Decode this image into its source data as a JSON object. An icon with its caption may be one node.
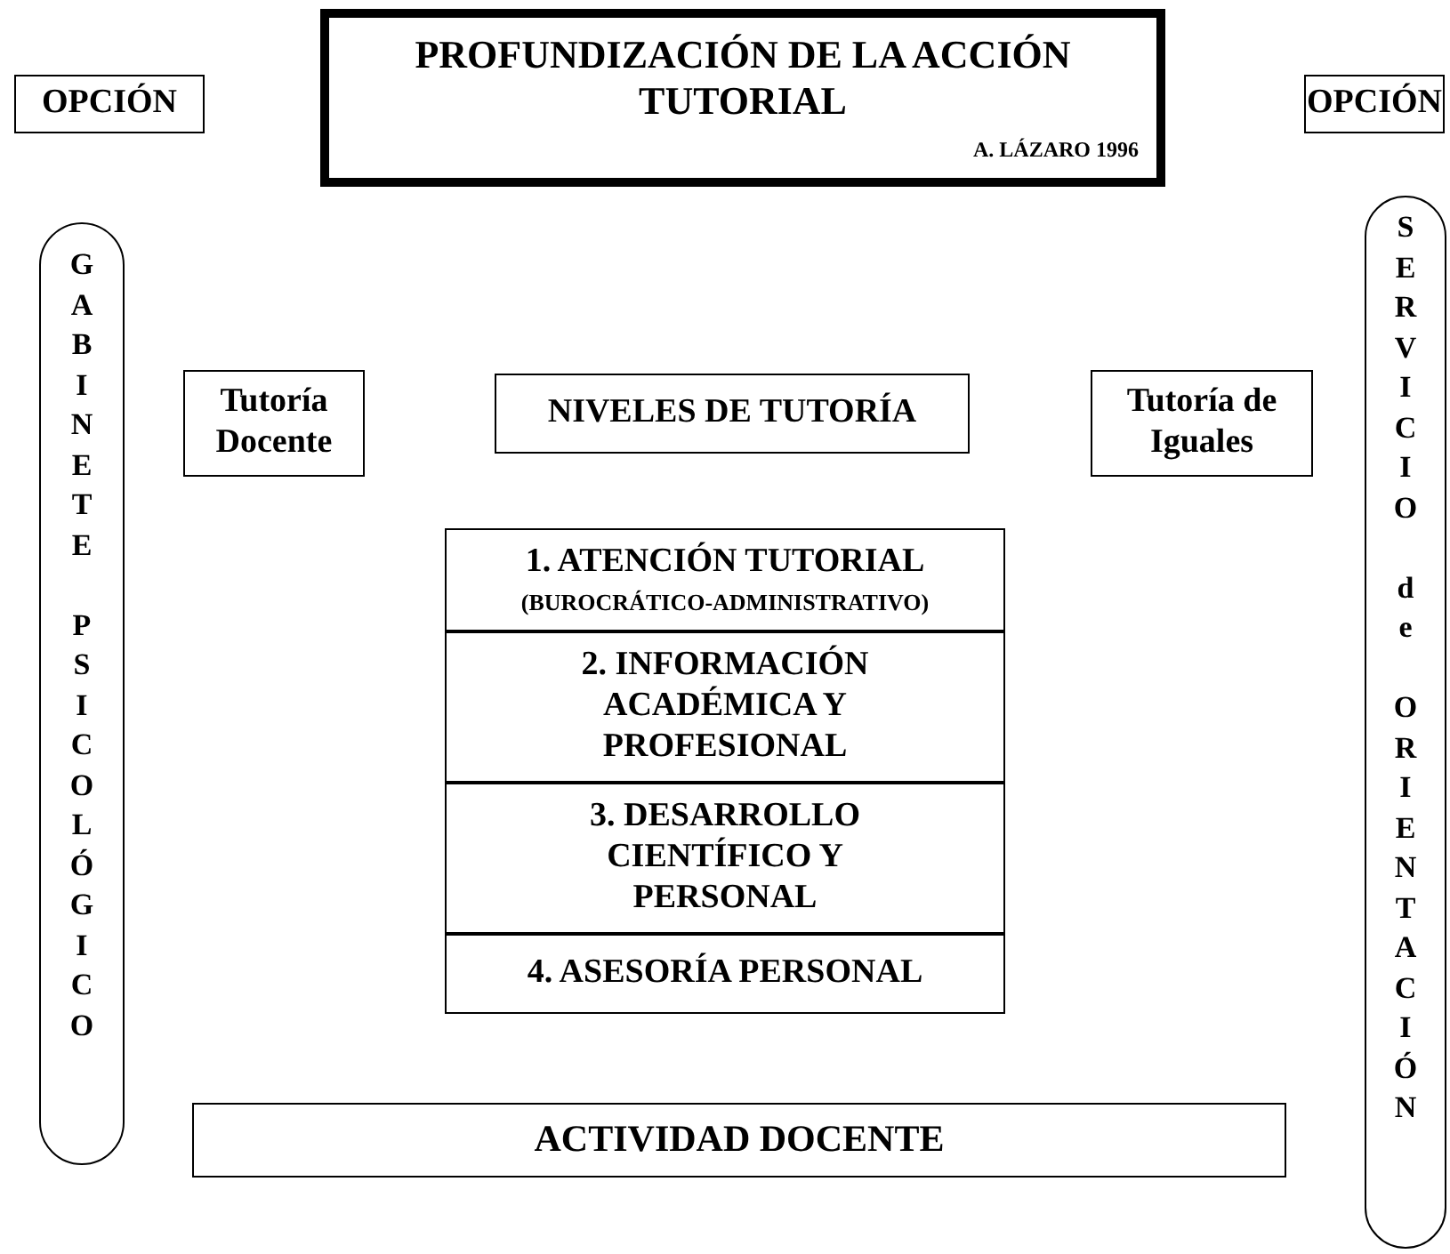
{
  "diagram": {
    "nodes": [
      {
        "text": [
          "PROFUNDIZACIÓN DE LA ACCIÓN TUTORIAL",
          "A. LÁZARO 1996"
        ]
      },
      {
        "text": [
          "OPCIÓN"
        ]
      },
      {
        "text": [
          "OPCIÓN"
        ]
      },
      {
        "text": [
          "GABINETE PSICOLÓGICO"
        ]
      },
      {
        "text": [
          "Tutoría Docente"
        ]
      },
      {
        "text": [
          "NIVELES DE TUTORÍA"
        ]
      },
      {
        "text": [
          "Tutoría de Iguales"
        ]
      },
      {
        "text": [
          "SERVICIO de ORIENTACIÓN"
        ]
      },
      {
        "text": [
          "1. ATENCIÓN TUTORIAL",
          "(BUROCRÁTICO-ADMINISTRATIVO)"
        ]
      },
      {
        "text": [
          "2. INFORMACIÓN ACADÉMICA Y PROFESIONAL"
        ]
      },
      {
        "text": [
          "3. DESARROLLO CIENTÍFICO Y PERSONAL"
        ]
      },
      {
        "text": [
          "4. ASESORÍA PERSONAL"
        ]
      },
      {
        "text": [
          "ACTIVIDAD DOCENTE"
        ]
      }
    ],
    "edges": []
  }
}
